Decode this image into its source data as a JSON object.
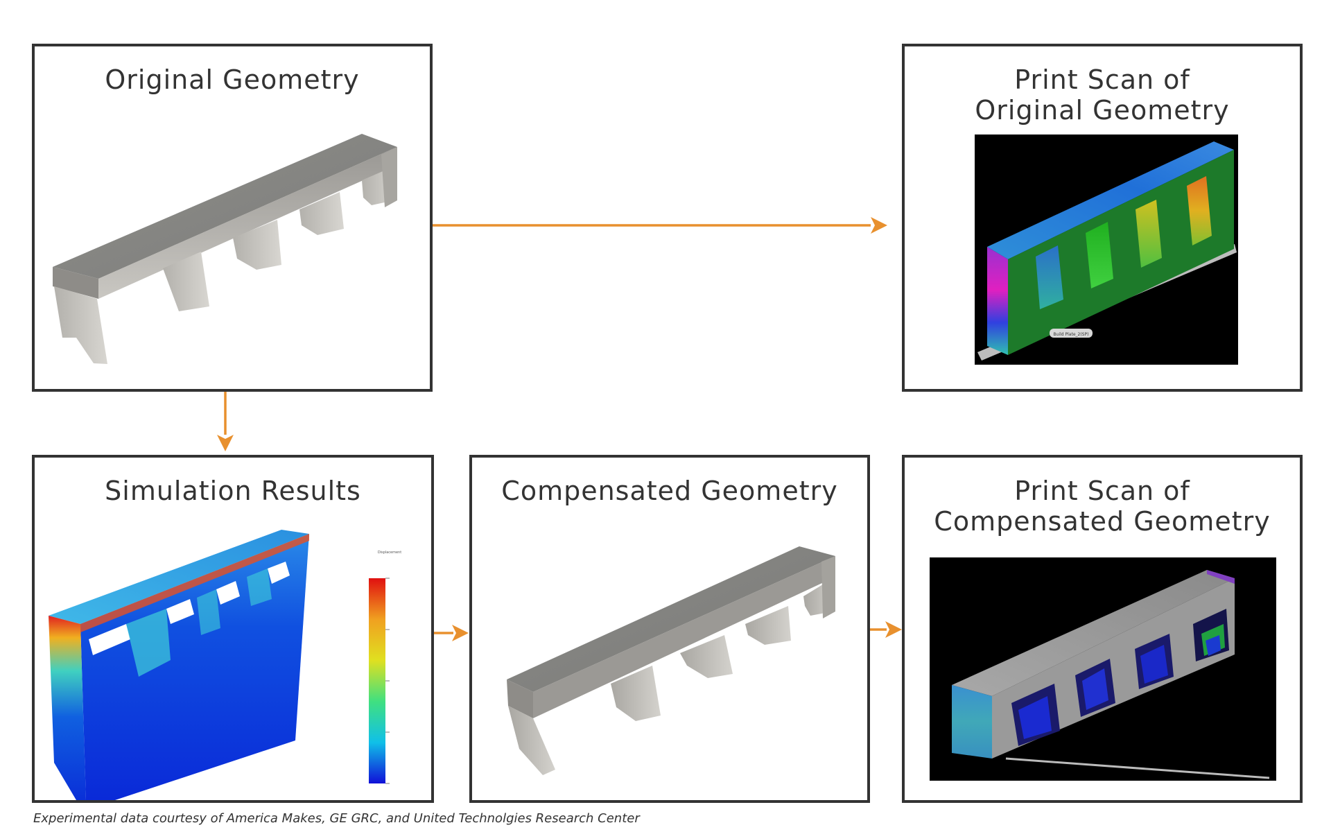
{
  "colors": {
    "border": "#333333",
    "arrow": "#e8902e",
    "text": "#333333"
  },
  "panels": {
    "original": {
      "title": "Original Geometry"
    },
    "scan_original": {
      "title_line1": "Print Scan of",
      "title_line2": "Original Geometry"
    },
    "simulation": {
      "title": "Simulation Results"
    },
    "compensated": {
      "title": "Compensated Geometry"
    },
    "scan_compensated": {
      "title_line1": "Print Scan of",
      "title_line2": "Compensated Geometry"
    }
  },
  "scan_original": {
    "label": "Build Plate_2(SP)"
  },
  "simulation": {
    "legend_title": "Displacement",
    "legend_ticks": [
      "",
      "",
      "",
      "",
      ""
    ]
  },
  "caption": "Experimental data courtesy of America Makes, GE GRC, and United Technolgies Research Center"
}
